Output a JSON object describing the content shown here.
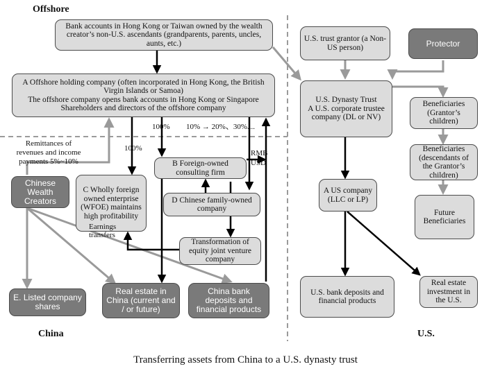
{
  "regions": {
    "offshore": "Offshore",
    "china": "China",
    "us": "U.S."
  },
  "caption": "Transferring assets from China to a U.S. dynasty trust",
  "nodes": {
    "bank_accounts_hk": "Bank accounts in Hong Kong or Taiwan owned by the wealth creator’s non-U.S. ascendants (grandparents, parents, uncles, aunts, etc.)",
    "offshore_holding": "A  Offshore holding company (often incorporated in Hong Kong, the British Virgin Islands or Samoa)\nThe offshore company opens bank accounts in Hong Kong or Singapore\nShareholders and directors of the offshore company",
    "trust_grantor": "U.S. trust grantor (a Non-US person)",
    "protector": "Protector",
    "dynasty_trust": "U.S. Dynasty Trust\nA U.S. corporate trustee company (DL or NV)",
    "beneficiaries_children": "Beneficiaries (Grantor’s children)",
    "beneficiaries_descendants": "Beneficiaries (descendants of the Grantor’s children)",
    "future_beneficiaries": "Future Beneficiaries",
    "us_company": "A US company (LLC or LP)",
    "us_bank": "U.S. bank deposits and financial products",
    "us_real_estate": "Real estate investment in the U.S.",
    "chinese_wealth": "Chinese Wealth Creators",
    "wfoe": "C  Wholly foreign owned enterprise (WFOE) maintains high profitability",
    "foreign_consulting": "B  Foreign-owned consulting firm",
    "chinese_family": "D  Chinese family-owned company",
    "equity_jv": "Transformation of equity joint venture company",
    "listed_shares": "E. Listed company shares",
    "real_estate_china": "Real estate in China (current and / or future)",
    "china_bank": "China bank deposits and financial products"
  },
  "labels": {
    "remittances": "Remittances of revenues and income payments 5%~10%",
    "pct_100_a": "100%",
    "pct_100_b": "100%",
    "pct_range": "10% → 20%、30%....",
    "rmb": "RMB",
    "usd": "USD",
    "earnings": "Earnings transfers"
  }
}
